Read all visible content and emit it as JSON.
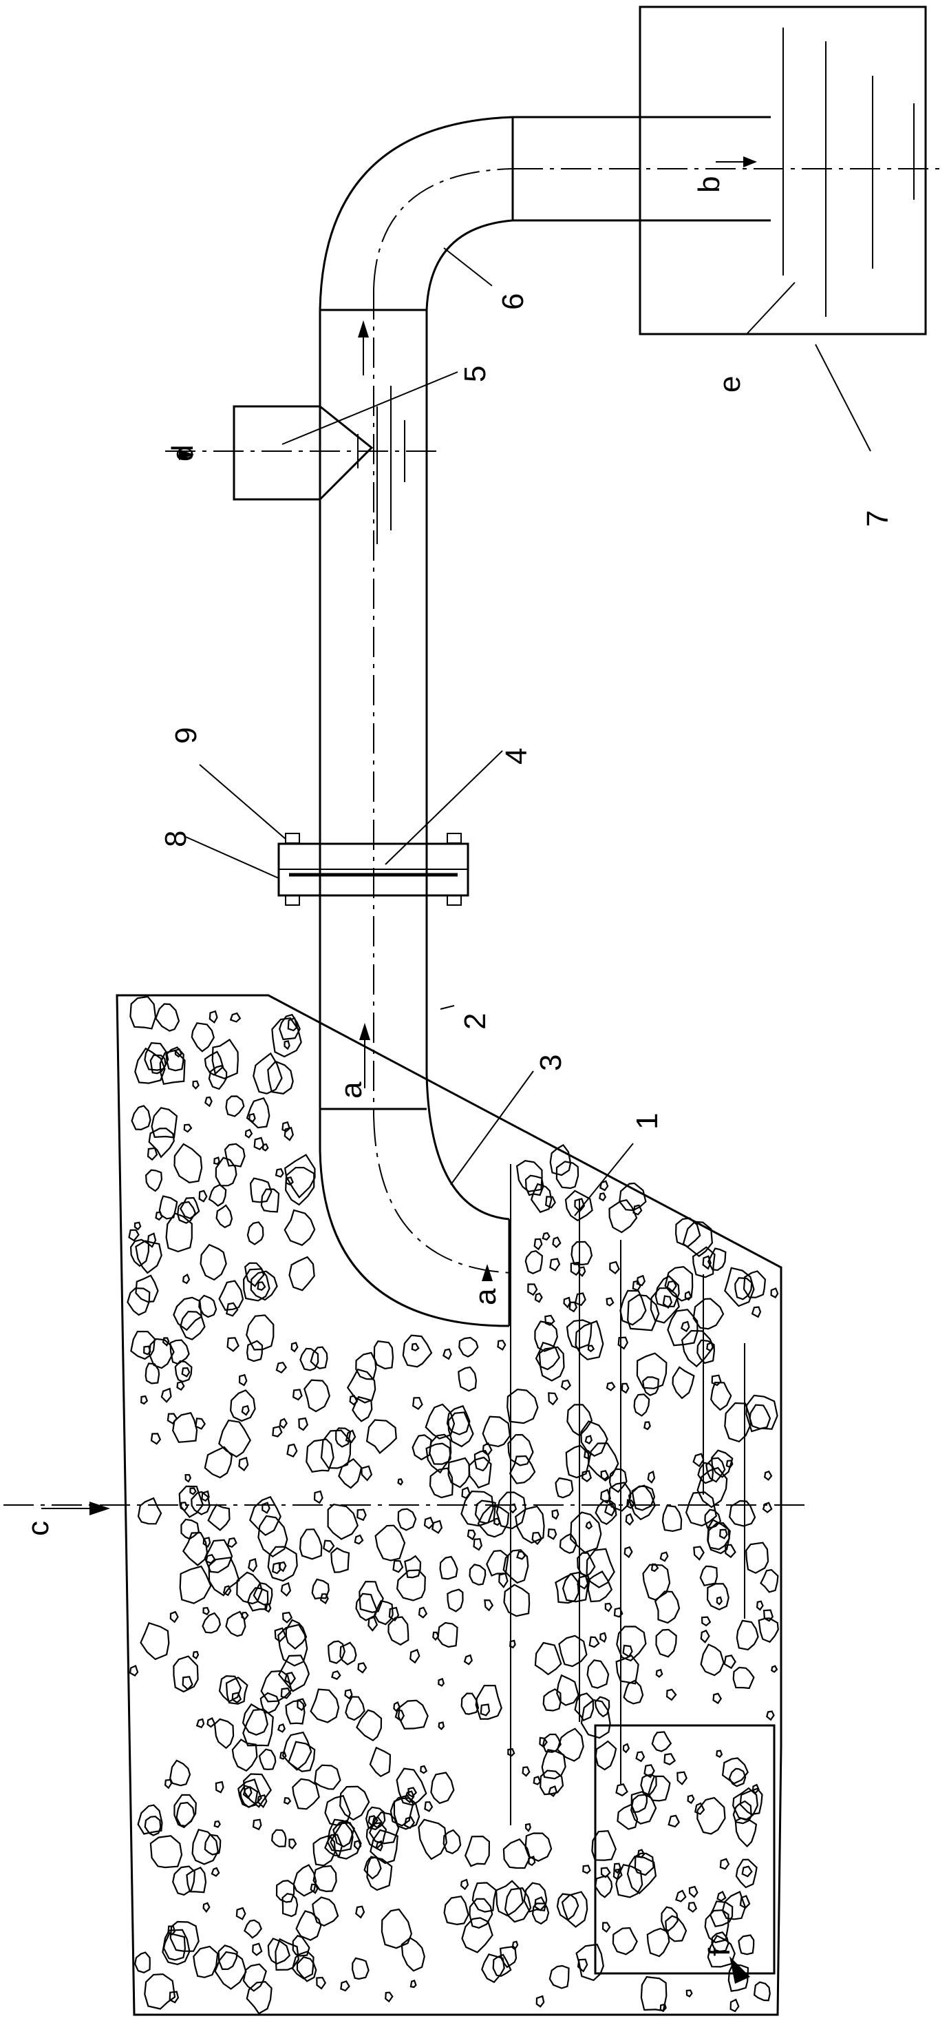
{
  "diagram": {
    "part_numbers": [
      "1",
      "2",
      "3",
      "4",
      "5",
      "6",
      "7",
      "8",
      "9"
    ],
    "flow_labels": [
      "a",
      "a",
      "b",
      "c",
      "d",
      "e",
      "f"
    ]
  },
  "colors": {
    "line": "#000000",
    "background": "#ffffff"
  }
}
